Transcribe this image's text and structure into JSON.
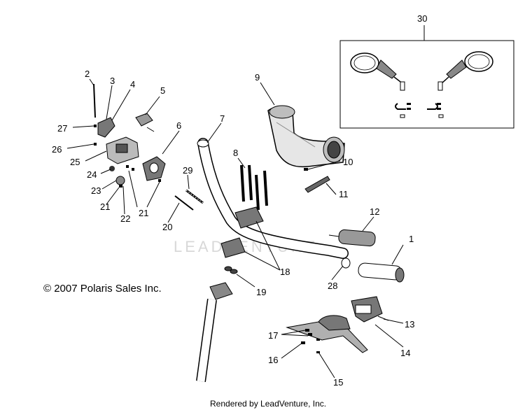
{
  "callouts": {
    "c1": "1",
    "c2": "2",
    "c3": "3",
    "c4": "4",
    "c5": "5",
    "c6": "6",
    "c7": "7",
    "c8": "8",
    "c9": "9",
    "c10": "10",
    "c11": "11",
    "c12": "12",
    "c13": "13",
    "c14": "14",
    "c15": "15",
    "c16": "16",
    "c17": "17",
    "c18": "18",
    "c19": "19",
    "c20": "20",
    "c21a": "21",
    "c21b": "21",
    "c22": "22",
    "c23": "23",
    "c24": "24",
    "c25": "25",
    "c26": "26",
    "c27": "27",
    "c28": "28",
    "c29": "29",
    "c30": "30"
  },
  "copyright": "© 2007 Polaris Sales Inc.",
  "footer": "Rendered by LeadVenture, Inc.",
  "watermark": "LEADVENTURE"
}
